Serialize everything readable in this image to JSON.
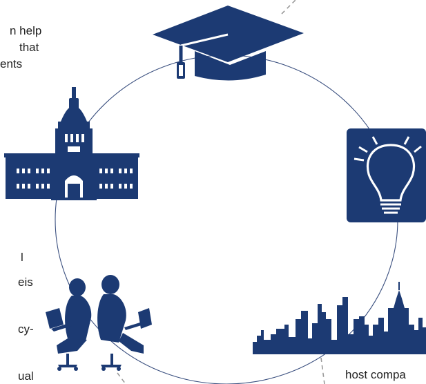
{
  "colors": {
    "navy": "#1c3a73",
    "ring": "#3a4f7f",
    "dash": "#9a9a9a"
  },
  "text_fragments": {
    "top_left": [
      "n help",
      "that",
      "ents"
    ],
    "middle_left": [
      "l",
      "eis",
      "cy-",
      "ual"
    ],
    "bottom_right": "host compa"
  },
  "icons": [
    "graduation-cap-icon",
    "university-building-icon",
    "light-bulb-icon",
    "city-skyline-icon",
    "students-with-laptops-icon"
  ]
}
